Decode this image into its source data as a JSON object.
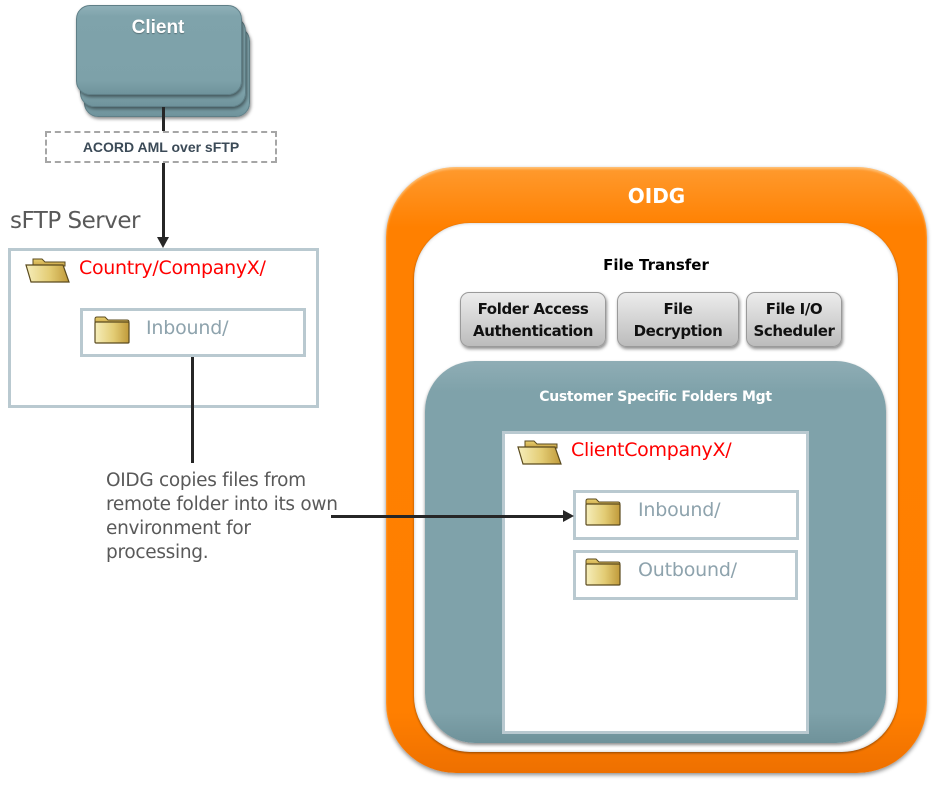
{
  "client": {
    "title": "Client"
  },
  "protocol": {
    "label": "ACORD AML over sFTP"
  },
  "sftp_server": {
    "label": "sFTP Server",
    "root_folder": {
      "name": "Country/CompanyX/",
      "icon": "folder-open-icon"
    },
    "sub_folders": [
      {
        "name": "Inbound/",
        "icon": "folder-icon"
      }
    ]
  },
  "note": {
    "text": "OIDG copies files from remote folder into its own environment for processing."
  },
  "oidg": {
    "title": "OIDG",
    "file_transfer": {
      "title": "File Transfer",
      "services": [
        {
          "label": "Folder Access\nAuthentication"
        },
        {
          "label": "File\nDecryption"
        },
        {
          "label": "File I/O\nScheduler"
        }
      ]
    },
    "customer_folders": {
      "title": "Customer Specific Folders Mgt",
      "root_folder": {
        "name": "ClientCompanyX/",
        "icon": "folder-open-icon"
      },
      "sub_folders": [
        {
          "name": "Inbound/",
          "icon": "folder-icon"
        },
        {
          "name": "Outbound/",
          "icon": "folder-icon"
        }
      ]
    }
  },
  "colors": {
    "accent_orange": "#ff7f00",
    "teal": "#7fa2aa",
    "folder_root_text": "#ff0000",
    "folder_sub_text": "#8ea3ad",
    "panel_border": "#b9c9d0"
  }
}
